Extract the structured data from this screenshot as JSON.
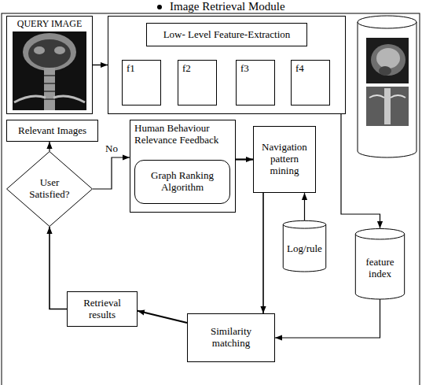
{
  "diagram": {
    "title": "Image Retrieval Module",
    "nodes": [
      {
        "text": [
          "QUERY IMAGE"
        ]
      },
      {
        "text": [
          "Low- Level Feature-Extraction"
        ]
      },
      {
        "text": [
          "f1"
        ],
        "in": 1
      },
      {
        "text": [
          "f2"
        ],
        "in": 1
      },
      {
        "text": [
          "f3"
        ],
        "in": 1
      },
      {
        "text": [
          "f4"
        ],
        "in": 1
      },
      {
        "text": [
          "Relevant Images"
        ]
      },
      {
        "text": [
          "User Satisfied?"
        ]
      },
      {
        "text": [
          "Human Behaviour Relevance Feedback"
        ]
      },
      {
        "text": [
          "Graph Ranking Algorithm"
        ],
        "in": 8
      },
      {
        "text": [
          "Navigation pattern mining"
        ]
      },
      {
        "text": [
          "Log/rule"
        ]
      },
      {
        "text": [
          "feature index"
        ]
      },
      {
        "text": [
          "Retrieval results"
        ]
      },
      {
        "text": [
          "Similarity matching"
        ]
      }
    ],
    "edges": [
      {
        "from": 0,
        "to": 1,
        "arrow": "to"
      },
      {
        "from": 1,
        "to": 12,
        "arrow": "to"
      },
      {
        "from": 7,
        "to": 6,
        "arrow": "to"
      },
      {
        "from": 7,
        "to": 8,
        "label": "No",
        "arrow": "to"
      },
      {
        "from": 8,
        "to": 10,
        "arrow": "to"
      },
      {
        "from": 11,
        "to": 10,
        "arrow": "to"
      },
      {
        "from": 10,
        "to": 14,
        "arrow": "to"
      },
      {
        "from": 12,
        "to": 14,
        "arrow": "to"
      },
      {
        "from": 14,
        "to": 13,
        "arrow": "to"
      },
      {
        "from": 13,
        "to": 7,
        "arrow": "to"
      }
    ]
  }
}
